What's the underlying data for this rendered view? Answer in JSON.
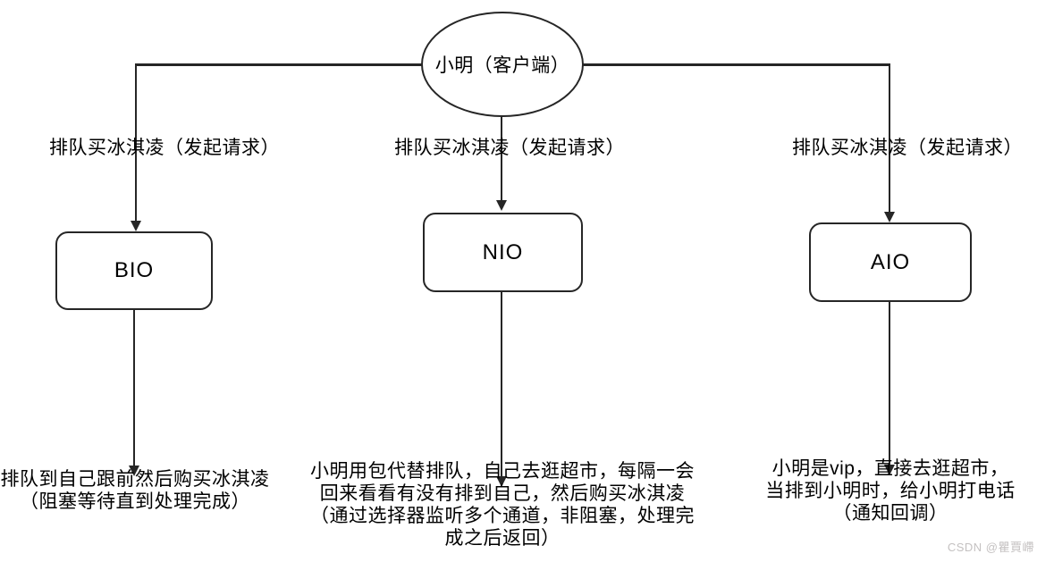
{
  "page": {
    "background_color": "#ffffff",
    "line_color": "#262626"
  },
  "diagram": {
    "client_node": {
      "label": "小明（客户端）"
    },
    "branches": [
      {
        "id": "bio",
        "edge_label": "排队买冰淇凌（发起请求）",
        "box_label": "BIO",
        "result_text": "排队到自己跟前然后购买冰淇凌\n（阻塞等待直到处理完成）"
      },
      {
        "id": "nio",
        "edge_label": "排队买冰淇凌（发起请求）",
        "box_label": "NIO",
        "result_text": "小明用包代替排队，自己去逛超市，每隔一会\n回来看看有没有排到自己，然后购买冰淇凌\n（通过选择器监听多个通道，非阻塞，处理完\n成之后返回）"
      },
      {
        "id": "aio",
        "edge_label": "排队买冰淇凌（发起请求）",
        "box_label": "AIO",
        "result_text": "小明是vip，直接去逛超市，\n当排到小明时，给小明打电话\n（通知回调）"
      }
    ]
  },
  "watermark": {
    "text": "CSDN @瞿賈嵽"
  }
}
